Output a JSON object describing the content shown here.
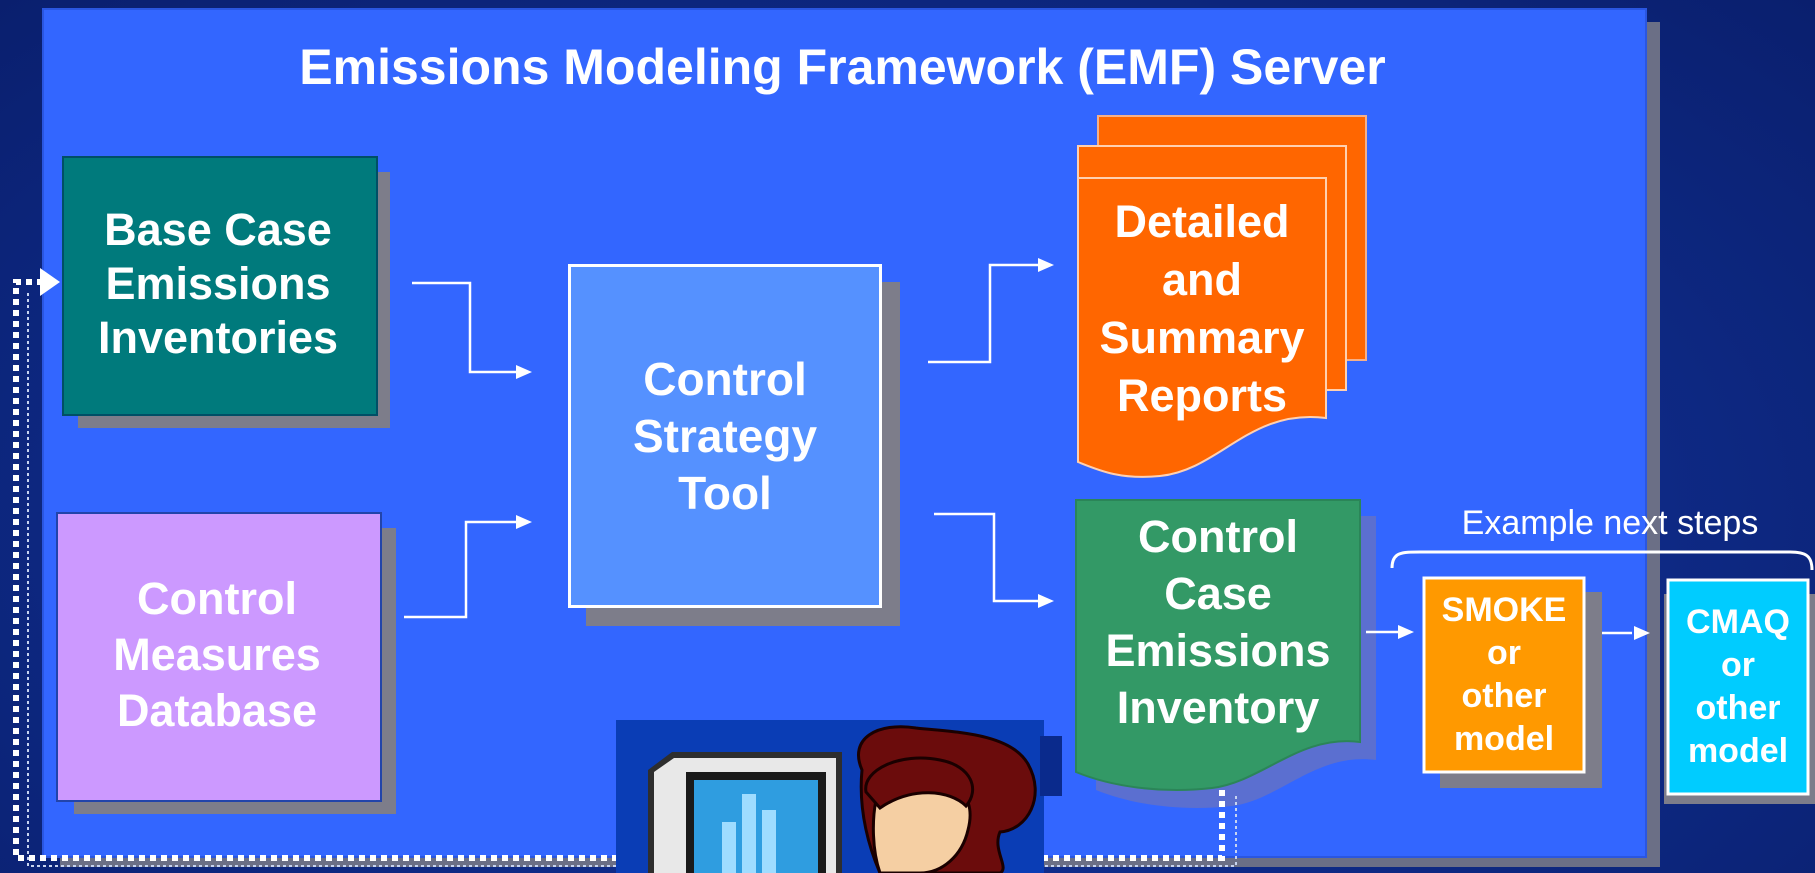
{
  "title": "Emissions Modeling Framework (EMF) Server",
  "boxes": {
    "base_case": {
      "lines": [
        "Base Case",
        "Emissions",
        "Inventories"
      ]
    },
    "control_measures": {
      "lines": [
        "Control",
        "Measures",
        "Database"
      ]
    },
    "strategy_tool": {
      "lines": [
        "Control",
        "Strategy",
        "Tool"
      ]
    },
    "reports": {
      "lines": [
        "Detailed",
        "and",
        "Summary",
        "Reports"
      ]
    },
    "control_case": {
      "lines": [
        "Control",
        "Case",
        "Emissions",
        "Inventory"
      ]
    },
    "smoke": {
      "lines": [
        "SMOKE",
        "or",
        "other",
        "model"
      ]
    },
    "cmaq": {
      "lines": [
        "CMAQ",
        "or",
        "other",
        "model"
      ]
    }
  },
  "next_steps_label": "Example next steps",
  "colors": {
    "background": "#0e2a86",
    "server_panel": "#3366ff",
    "base_case": "#007a7c",
    "control_measures": "#cc99ff",
    "strategy_tool": "#5591ff",
    "reports": "#ff6600",
    "control_case": "#339966",
    "smoke": "#ff9900",
    "cmaq": "#00ccff"
  },
  "icons": [
    "computer-monitor-icon",
    "user-person-icon"
  ]
}
